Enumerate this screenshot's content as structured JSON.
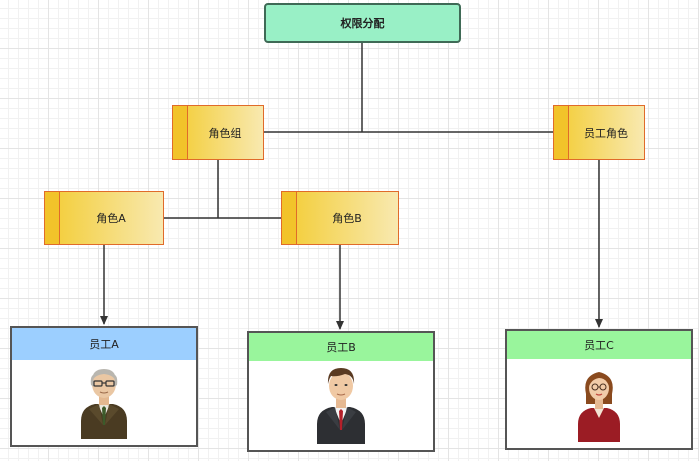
{
  "nodes": {
    "root": "权限分配",
    "role_group": "角色组",
    "employee_role": "员工角色",
    "role_a": "角色A",
    "role_b": "角色B"
  },
  "employees": [
    {
      "name": "员工A",
      "header_color": "#9ccfff",
      "avatar": "elderly-man-avatar"
    },
    {
      "name": "员工B",
      "header_color": "#99f59c",
      "avatar": "man-avatar"
    },
    {
      "name": "员工C",
      "header_color": "#99f59c",
      "avatar": "woman-avatar"
    }
  ],
  "colors": {
    "root_fill": "#99f0c6",
    "role_fill": "#f3cc32",
    "role_border": "#e06b2a",
    "connector": "#333333"
  }
}
